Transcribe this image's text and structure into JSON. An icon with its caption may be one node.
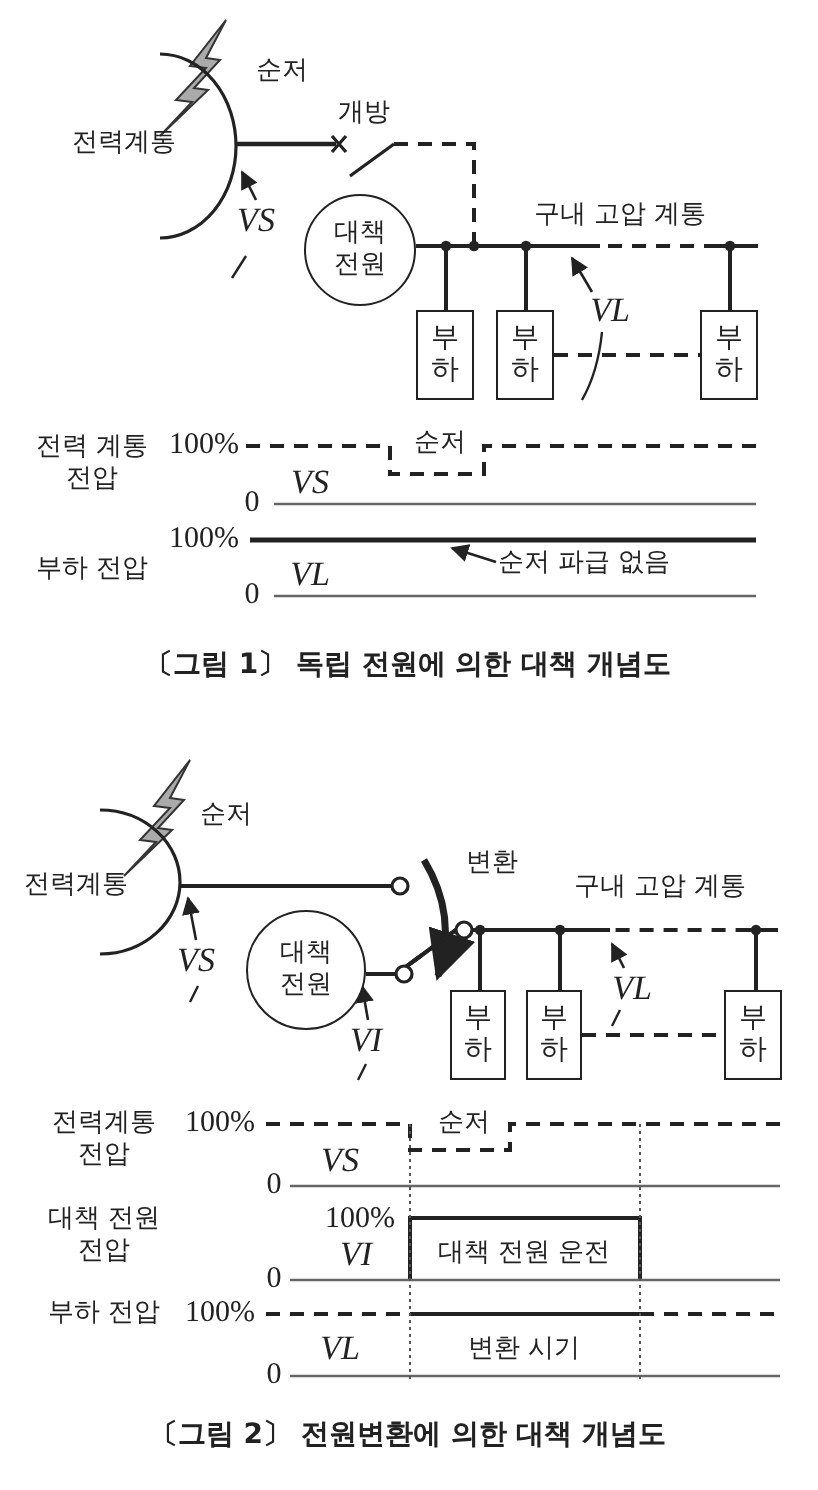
{
  "diagram": {
    "nodes": [
      {
        "text": [
          "대책 전원"
        ]
      },
      {
        "text": [
          "부하"
        ]
      },
      {
        "text": [
          "부하"
        ]
      },
      {
        "text": [
          "부하"
        ]
      },
      {
        "text": [
          "대책 전원"
        ]
      },
      {
        "text": [
          "부하"
        ]
      },
      {
        "text": [
          "부하"
        ]
      },
      {
        "text": [
          "부하"
        ]
      }
    ],
    "edges": [
      {
        "from": 0,
        "to": 1,
        "arrow": "none"
      },
      {
        "from": 0,
        "to": 2,
        "arrow": "none"
      },
      {
        "from": 0,
        "to": 3,
        "arrow": "none",
        "style": "dashed"
      },
      {
        "from": 2,
        "to": 3,
        "arrow": "none",
        "style": "dashed"
      },
      {
        "from": 4,
        "to": 5,
        "arrow": "none"
      },
      {
        "from": 4,
        "to": 6,
        "arrow": "none"
      },
      {
        "from": 4,
        "to": 7,
        "arrow": "none",
        "style": "dashed"
      },
      {
        "from": 6,
        "to": 7,
        "arrow": "none",
        "style": "dashed"
      }
    ],
    "labels": [
      "순저",
      "전력계통",
      "개방",
      "VS",
      "구내 고압 계통",
      "VL",
      "전력 계통 전압",
      "100%",
      "순저",
      "VS",
      "0",
      "부하 전압",
      "100%",
      "VL",
      "순저 파급 없음",
      "0",
      "〔그림 1〕 독립 전원에 의한 대책 개념도",
      "순저",
      "전력계통",
      "변환",
      "구내 고압 계통",
      "VS",
      "VL",
      "VI",
      "전력계통 전압",
      "100%",
      "순저",
      "VS",
      "0",
      "대책 전원 전압",
      "100%",
      "VI",
      "대책 전원 운전",
      "0",
      "부하 전압",
      "100%",
      "VL",
      "변환 시기",
      "0",
      "〔그림 2〕 전원변환에 의한 대책 개념도"
    ]
  }
}
